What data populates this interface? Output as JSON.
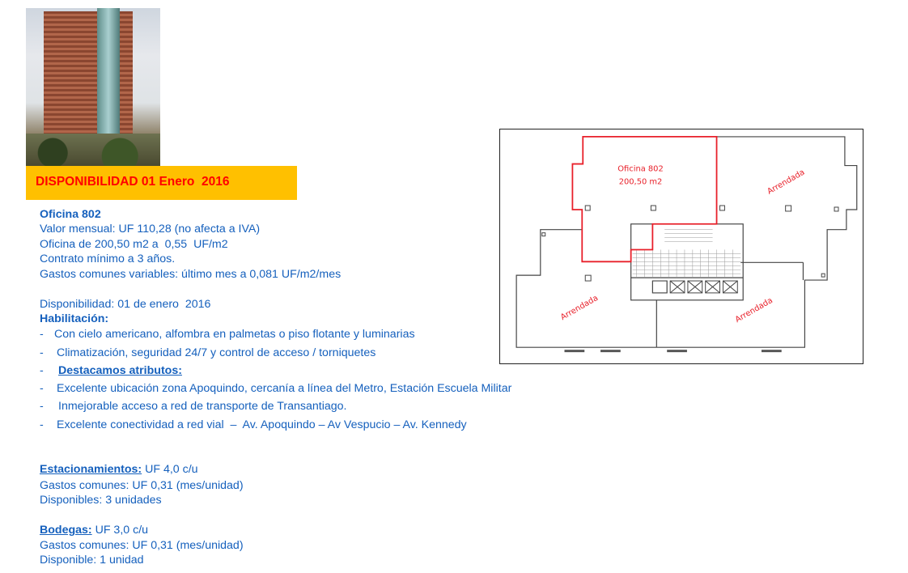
{
  "banner": "DISPONIBILIDAD 01 Enero  2016",
  "office": {
    "title": "Oficina 802",
    "lines": [
      "Valor mensual: UF 110,28 (no afecta a IVA)",
      "Oficina de 200,50 m2 a  0,55  UF/m2",
      "Contrato mínimo a 3 años.",
      "Gastos comunes variables: último mes a 0,081 UF/m2/mes"
    ],
    "availability": "Disponibilidad: 01 de enero  2016",
    "fitout_title": "Habilitación:",
    "bullets": [
      "Con cielo americano, alfombra en palmetas o piso flotante y luminarias",
      "Climatización, seguridad 24/7 y control de acceso / torniquetes",
      "Destacamos atributos:",
      "Excelente ubicación zona Apoquindo, cercanía a línea del Metro, Estación Escuela Militar",
      "Inmejorable acceso a red de transporte de Transantiago.",
      "Excelente conectividad a red vial  –  Av. Apoquindo – Av Vespucio – Av. Kennedy"
    ],
    "bullet_marker": "-"
  },
  "parking": {
    "title": "Estacionamientos:",
    "price": " UF 4,0 c/u",
    "lines": [
      "Gastos comunes: UF 0,31 (mes/unidad)",
      "Disponibles: 3 unidades"
    ]
  },
  "storage": {
    "title": "Bodegas:",
    "price": " UF 3,0 c/u",
    "lines": [
      "Gastos comunes: UF 0,31 (mes/unidad)",
      "Disponible: 1 unidad"
    ]
  },
  "floorplan": {
    "office_label": "Oficina 802",
    "office_area": "200,50 m2",
    "leased_label": "Arrendada",
    "highlight_color": "#e8202a"
  }
}
